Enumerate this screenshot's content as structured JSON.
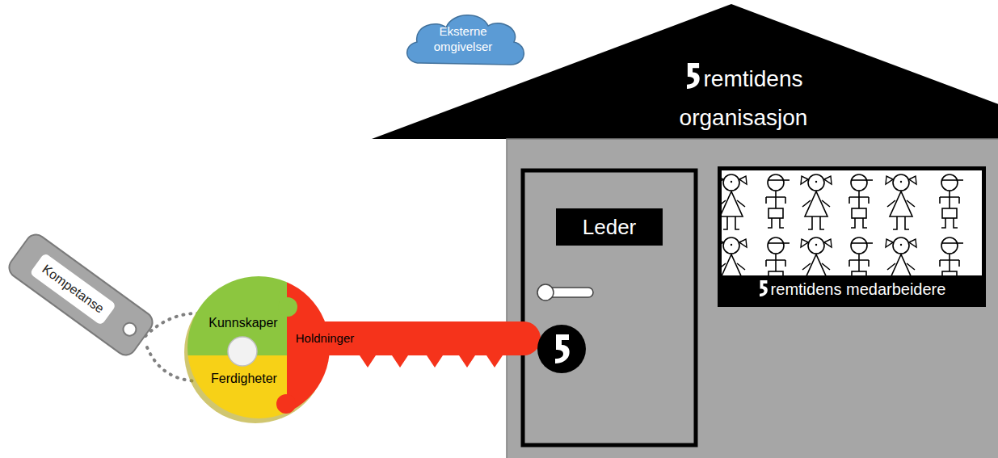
{
  "diagram": {
    "nodes": [
      {
        "text": [
          "Eksterne omgivelser"
        ]
      },
      {
        "text": [
          "remtidens organisasjon"
        ]
      },
      {
        "text": [
          "Leder"
        ],
        "in": 1
      },
      {
        "text": [
          "remtidens medarbeidere"
        ],
        "in": 1
      },
      {
        "text": [
          "Kompetanse"
        ]
      },
      {
        "text": [
          "Kunnskaper"
        ]
      },
      {
        "text": [
          "Ferdigheter"
        ]
      },
      {
        "text": [
          "Holdninger"
        ]
      }
    ]
  }
}
